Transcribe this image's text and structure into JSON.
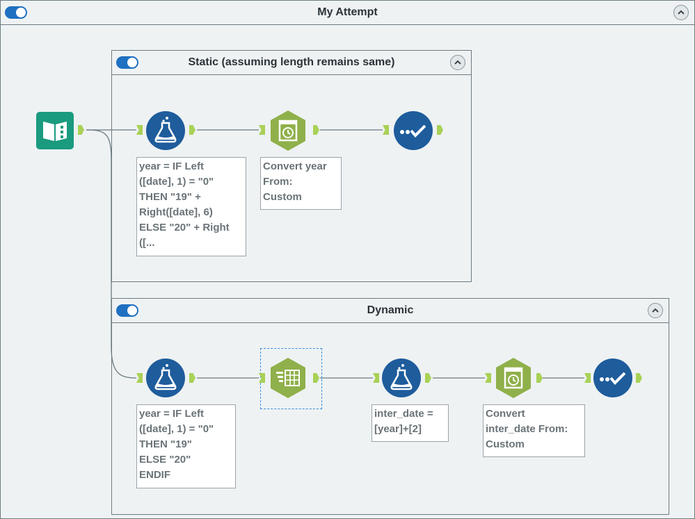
{
  "containers": {
    "main": {
      "title": "My Attempt"
    },
    "static": {
      "title": "Static (assuming length remains same)"
    },
    "dynamic": {
      "title": "Dynamic"
    }
  },
  "annotations": {
    "static_formula": "year = IF Left\n([date], 1) = \"0\"\nTHEN \"19\" +\nRight([date], 6)\nELSE \"20\" + Right\n([...",
    "static_datetime": "Convert year\nFrom:\nCustom",
    "dynamic_formula": "year = IF Left\n([date], 1) = \"0\"\nTHEN \"19\"\nELSE \"20\"\nENDIF",
    "dynamic_formula2": "inter_date =\n[year]+[2]",
    "dynamic_datetime": "Convert\ninter_date From:\nCustom"
  },
  "colors": {
    "toggle": "#1f70c1",
    "formula_tool": "#1e5c9c",
    "browse_tool": "#1e5c9c",
    "datetime_tool": "#8fb04a",
    "input_tool": "#1a9a7e",
    "connector": "#a9d156"
  }
}
